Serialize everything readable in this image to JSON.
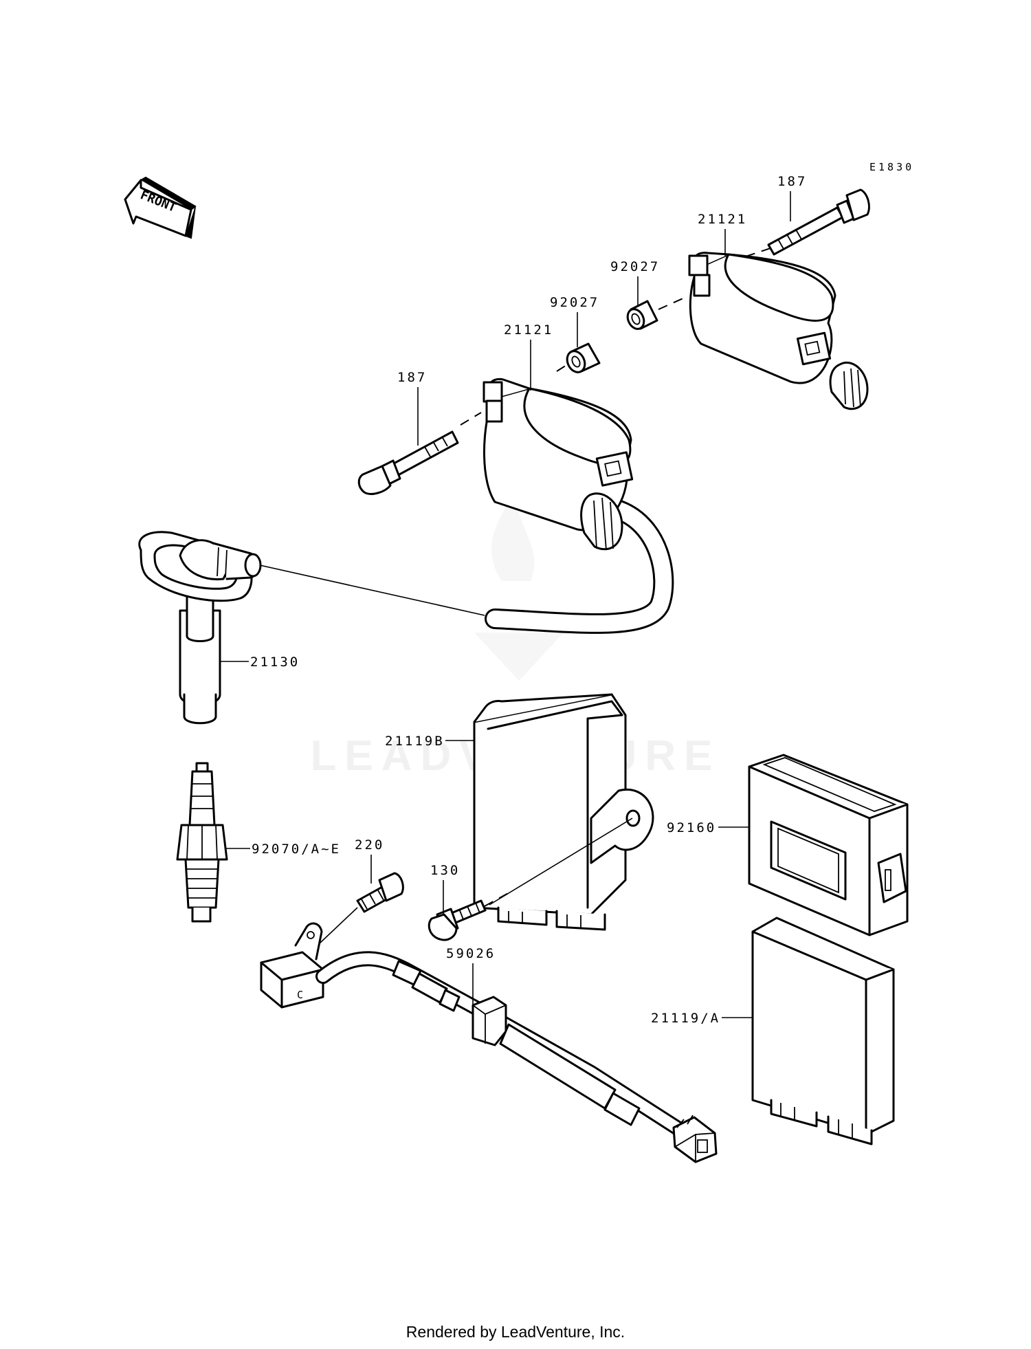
{
  "diagram_code": "E1830",
  "front_label": "FRONT",
  "watermark": "LEADVENTURE",
  "footer": "Rendered by LeadVenture, Inc.",
  "callouts": {
    "bolt_right": "187",
    "coil_right": "21121",
    "collar_right": "92027",
    "collar_left": "92027",
    "coil_left": "21121",
    "bolt_left": "187",
    "plug_cap": "21130",
    "igniter_b": "21119B",
    "spark_plug": "92070/A~E",
    "screw": "220",
    "bolt_130": "130",
    "case_cover": "92160",
    "harness": "59026",
    "igniter_a": "21119/A",
    "connector_mark": "C"
  }
}
